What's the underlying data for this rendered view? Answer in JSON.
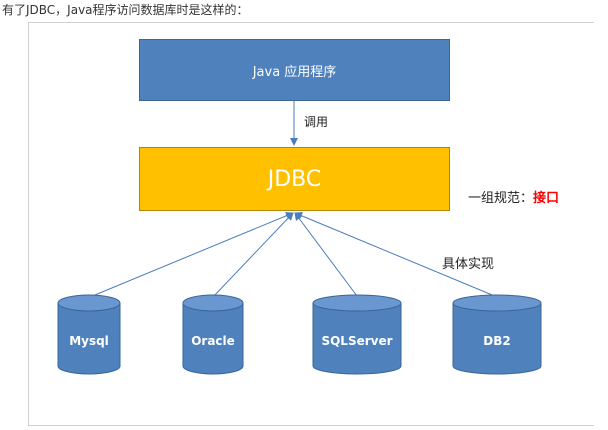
{
  "intro_text": "有了JDBC，Java程序访问数据库时是这样的：",
  "boxes": {
    "java_app": "Java 应用程序",
    "jdbc": "JDBC"
  },
  "labels": {
    "call": "调用",
    "spec_prefix": "一组规范：",
    "spec_emphasis": "接口",
    "implementation": "具体实现"
  },
  "databases": [
    {
      "name": "Mysql"
    },
    {
      "name": "Oracle"
    },
    {
      "name": "SQLServer"
    },
    {
      "name": "DB2"
    }
  ],
  "colors": {
    "app_box": "#4f81bd",
    "jdbc_box": "#ffc000",
    "database": "#4f81bd",
    "emphasis": "#ff0000"
  }
}
